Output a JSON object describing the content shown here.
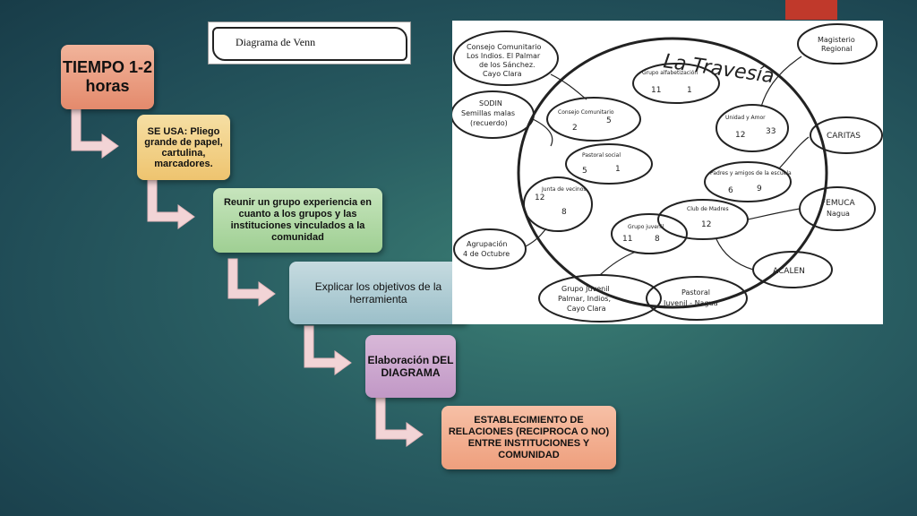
{
  "title": "Diagrama de Venn",
  "steps": [
    {
      "label": "TIEMPO 1-2 horas"
    },
    {
      "label": "SE USA: Pliego grande de papel, cartulina, marcadores."
    },
    {
      "label": "Reunir un grupo experiencia en cuanto a los grupos y las instituciones vinculados a la comunidad"
    },
    {
      "label": "Explicar los objetivos de la herramienta"
    },
    {
      "label": "Elaboración DEL DIAGRAMA"
    },
    {
      "label": "ESTABLECIMIENTO DE RELACIONES (RECIPROCA O NO) ENTRE INSTITUCIONES Y COMUNIDAD"
    }
  ],
  "venn": {
    "heading": "La Travesía",
    "outside_top_left": [
      "Consejo Comunitario",
      "Los Indios. El Palmar",
      "de los Sánchez.",
      "Cayo Clara"
    ],
    "magisterio": [
      "Magisterio",
      "Regional"
    ],
    "sodin": [
      "SODIN",
      "Semillas malas",
      "(recuerdo)"
    ],
    "caritas": "CARITAS",
    "femuca": [
      "FEMUCA",
      "Nagua"
    ],
    "agrupacion": [
      "Agrupación",
      "4 de Octubre"
    ],
    "acalen": "ACALEN",
    "grupo_juvenil_palmar": [
      "Grupo Juvenil",
      "Palmar, Indios,",
      "Cayo Clara"
    ],
    "pastoral_juvenil": [
      "Pastoral",
      "Juvenil - Nagua"
    ],
    "inner": [
      {
        "label": "Grupo alfabetización",
        "m": "11",
        "f": "1"
      },
      {
        "label": "Consejo Comunitario",
        "m": "2",
        "f": "5"
      },
      {
        "label": "Unidad y Amor",
        "m": "12",
        "f": "33"
      },
      {
        "label": "Pastoral social",
        "m": "5",
        "f": "1"
      },
      {
        "label": "Padres y amigos de la escuela",
        "m": "6",
        "f": "9"
      },
      {
        "label": "Junta de vecinos",
        "m": "12",
        "f": "8"
      },
      {
        "label": "Club de Madres",
        "m": "12",
        "f": ""
      },
      {
        "label": "Grupo juvenil",
        "m": "11",
        "f": "8"
      }
    ]
  }
}
